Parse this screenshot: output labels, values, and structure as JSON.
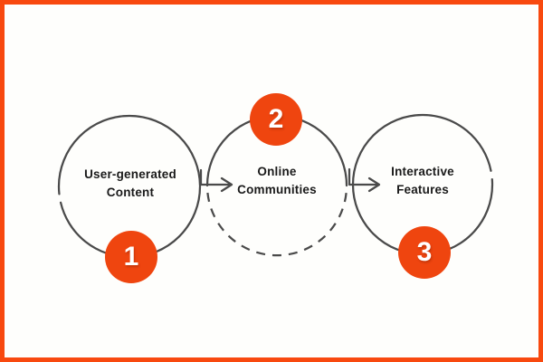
{
  "diagram": {
    "steps": [
      {
        "number": "1",
        "label_line1": "User-generated",
        "label_line2": "Content"
      },
      {
        "number": "2",
        "label_line1": "Online",
        "label_line2": "Communities"
      },
      {
        "number": "3",
        "label_line1": "Interactive",
        "label_line2": "Features"
      }
    ],
    "colors": {
      "accent": "#EF450F",
      "frame_border": "#F8490F",
      "stroke": "#4A4A4A",
      "text": "#1A1A1A",
      "badge_text": "#FFFFFF",
      "background": "#FEFEFC"
    }
  }
}
